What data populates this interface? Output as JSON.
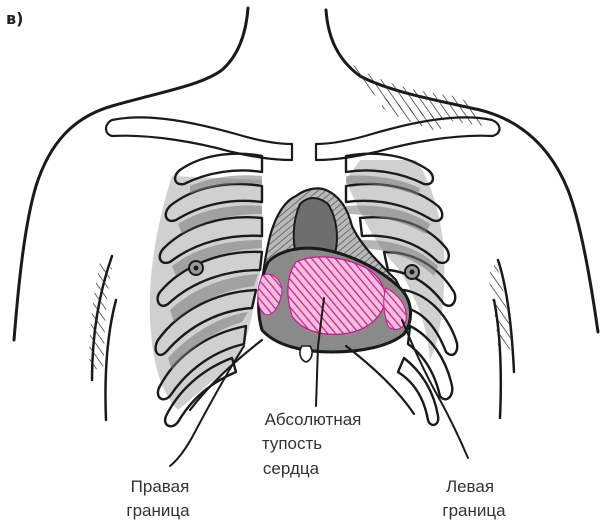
{
  "panel_label": "в)",
  "labels": {
    "absolute_dullness": [
      "Абсолютная",
      "тупость",
      "сердца"
    ],
    "right_border": [
      "Правая",
      "граница"
    ],
    "left_border": [
      "Левая",
      "граница"
    ]
  },
  "colors": {
    "ink": "#1a1a1a",
    "shade": "#8a8a8a",
    "shade_dark": "#555555",
    "heart_fill": "#f2a6cf",
    "heart_hatch": "#d0148c"
  }
}
